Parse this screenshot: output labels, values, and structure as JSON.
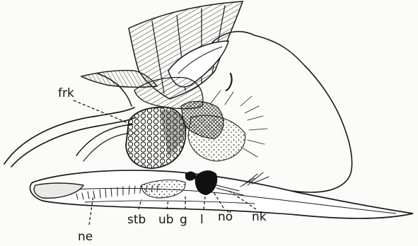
{
  "figure": {
    "labels": {
      "frk": "frk",
      "ne": "ne",
      "stb": "stb",
      "ub": "ub",
      "g": "g",
      "l": "l",
      "no": "nö",
      "nk": "nk"
    }
  }
}
